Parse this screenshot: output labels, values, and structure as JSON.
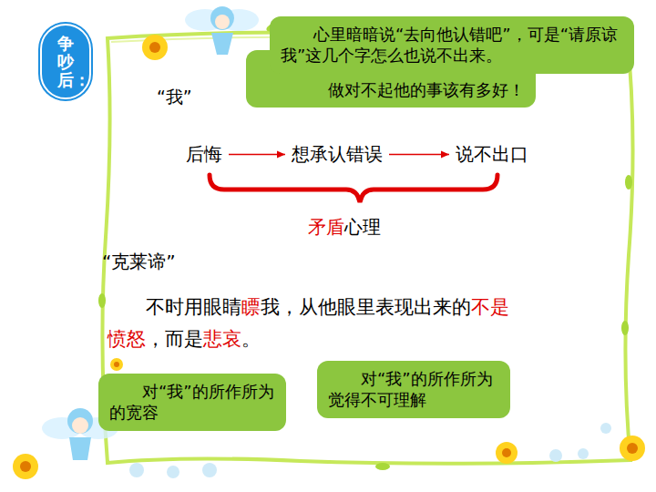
{
  "diagram": {
    "nodes": [
      {
        "text": [
          "争吵后："
        ]
      },
      {
        "text": [
          "心里暗暗说“去向他认错吧”，可是“请原谅我”这几个字怎么也说不出来。"
        ]
      },
      {
        "text": [
          "做对不起他的事该有多好！"
        ]
      },
      {
        "text": [
          "后悔"
        ]
      },
      {
        "text": [
          "想承认错误"
        ]
      },
      {
        "text": [
          "说不出口"
        ]
      },
      {
        "text": [
          "对“我”的所作所为觉得不可理解"
        ]
      },
      {
        "text": [
          "对“我”的所作所为的宽容"
        ]
      }
    ],
    "edges": [
      {
        "from": 3,
        "to": 4,
        "arrow": "to"
      },
      {
        "from": 4,
        "to": 5,
        "arrow": "to"
      }
    ],
    "labels": [
      "“我”",
      "矛盾",
      "心理",
      "“克莱谛”",
      "不时用眼睛",
      "瞟",
      "我，从他眼里表现出来的",
      "不是愤怒",
      "，而是",
      "悲哀",
      "。"
    ]
  }
}
